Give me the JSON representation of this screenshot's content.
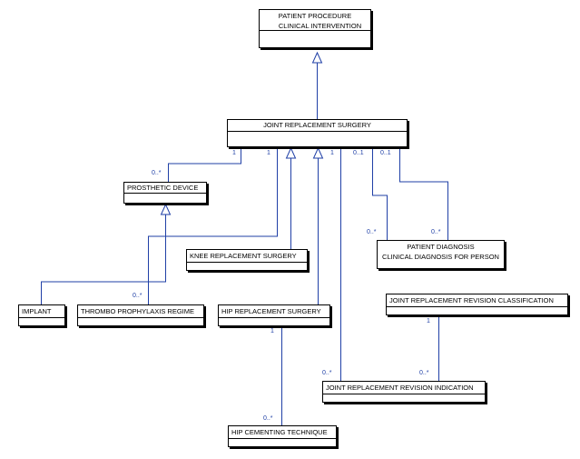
{
  "diagram": {
    "colors": {
      "line": "#1f3fa6",
      "box": "#000000",
      "text": "#000000",
      "multiplicity": "#1f3fa6"
    },
    "classes": {
      "patient_procedure": {
        "line1": "PATIENT PROCEDURE",
        "line2": "CLINICAL INTERVENTION"
      },
      "joint_replacement_surgery": "JOINT REPLACEMENT SURGERY",
      "prosthetic_device": "PROSTHETIC DEVICE",
      "knee_replacement_surgery": "KNEE REPLACEMENT SURGERY",
      "patient_diagnosis": {
        "line1": "PATIENT DIAGNOSIS",
        "line2": "CLINICAL DIAGNOSIS FOR PERSON"
      },
      "implant": "IMPLANT",
      "thrombo_prophylaxis_regime": "THROMBO PROPHYLAXIS REGIME",
      "hip_replacement_surgery": "HIP REPLACEMENT SURGERY",
      "joint_replacement_revision_classification": "JOINT REPLACEMENT REVISION CLASSIFICATION",
      "joint_replacement_revision_indication": "JOINT REPLACEMENT REVISION INDICATION",
      "hip_cementing_technique": "HIP CEMENTING TECHNIQUE"
    },
    "multiplicities": {
      "jrs_to_device_one": "1",
      "device_many": "0..*",
      "jrs_to_thrombo_one": "1",
      "thrombo_many": "0..*",
      "jrs_to_indication_one": "1",
      "diag_a_one": "0..1",
      "diag_b_one": "0..1",
      "diag_a_many": "0..*",
      "diag_b_many": "0..*",
      "hip_one": "1",
      "cementing_many": "0..*",
      "classification_one": "1",
      "indication_from_class_many": "0..*",
      "indication_from_jrs_many": "0..*"
    }
  }
}
